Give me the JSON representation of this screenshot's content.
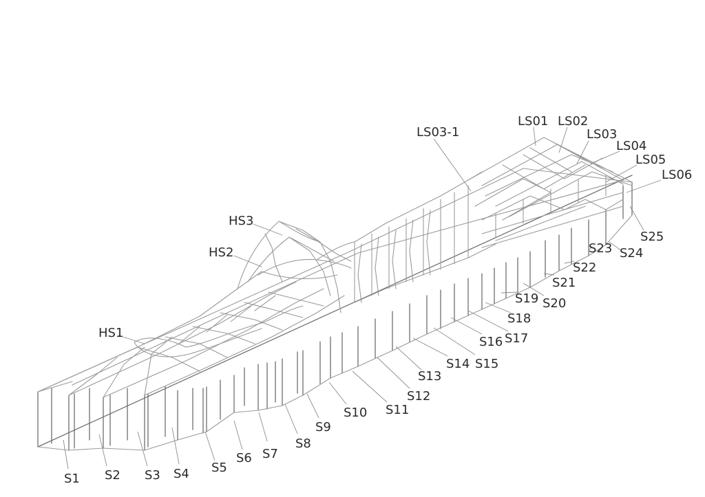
{
  "labels": {
    "S1": "S1",
    "S2": "S2",
    "S3": "S3",
    "S4": "S4",
    "S5": "S5",
    "S6": "S6",
    "S7": "S7",
    "S8": "S8",
    "S9": "S9",
    "S10": "S10",
    "S11": "S11",
    "S12": "S12",
    "S13": "S13",
    "S14": "S14",
    "S15": "S15",
    "S16": "S16",
    "S17": "S17",
    "S18": "S18",
    "S19": "S19",
    "S20": "S20",
    "S21": "S21",
    "S22": "S22",
    "S23": "S23",
    "S24": "S24",
    "S25": "S25",
    "HS1": "HS1",
    "HS2": "HS2",
    "HS3": "HS3",
    "LS01": "LS01",
    "LS02": "LS02",
    "LS03": "LS03",
    "LS03_1": "LS03-1",
    "LS04": "LS04",
    "LS05": "LS05",
    "LS06": "LS06"
  },
  "colors": {
    "structure": "#9a9a9a",
    "text": "#2a2a2a",
    "background": "#ffffff"
  }
}
